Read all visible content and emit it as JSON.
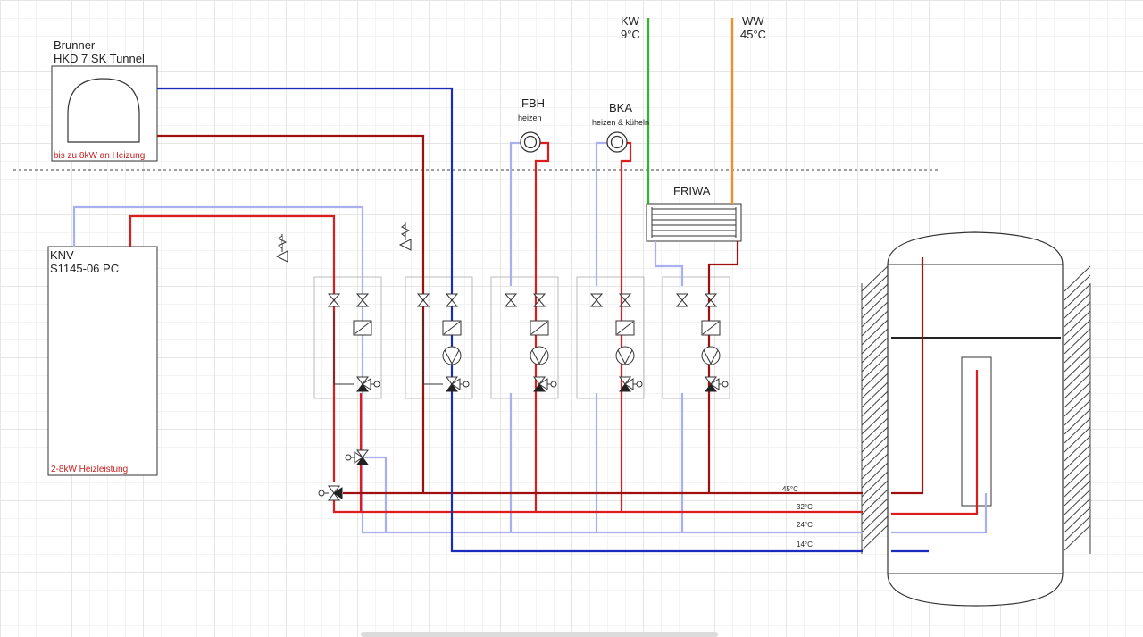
{
  "colors": {
    "cold": "#aab0ee",
    "hot": "#dd1c1c",
    "dark_red": "#a01010",
    "blue": "#1a2bbd",
    "green": "#2eb82e",
    "orange": "#f0902a",
    "stroke": "#333333",
    "module_border": "#bbbbbb"
  },
  "labels": {
    "brunner_line1": "Brunner",
    "brunner_line2": "HKD 7 SK Tunnel",
    "brunner_note": "bis zu 8kW an Heizung",
    "knv_line1": "KNV",
    "knv_line2": "S1145-06 PC",
    "knv_note": "2-8kW Heizleistung",
    "fbh_title": "FBH",
    "fbh_sub": "heizen",
    "bka_title": "BKA",
    "bka_sub": "heizen & küheln",
    "kw_line1": "KW",
    "kw_line2": "9°C",
    "ww_line1": "WW",
    "ww_line2": "45°C",
    "friwa": "FRIWA",
    "temp_45": "45°C",
    "temp_32": "32°C",
    "temp_24": "24°C",
    "temp_14": "14°C"
  }
}
